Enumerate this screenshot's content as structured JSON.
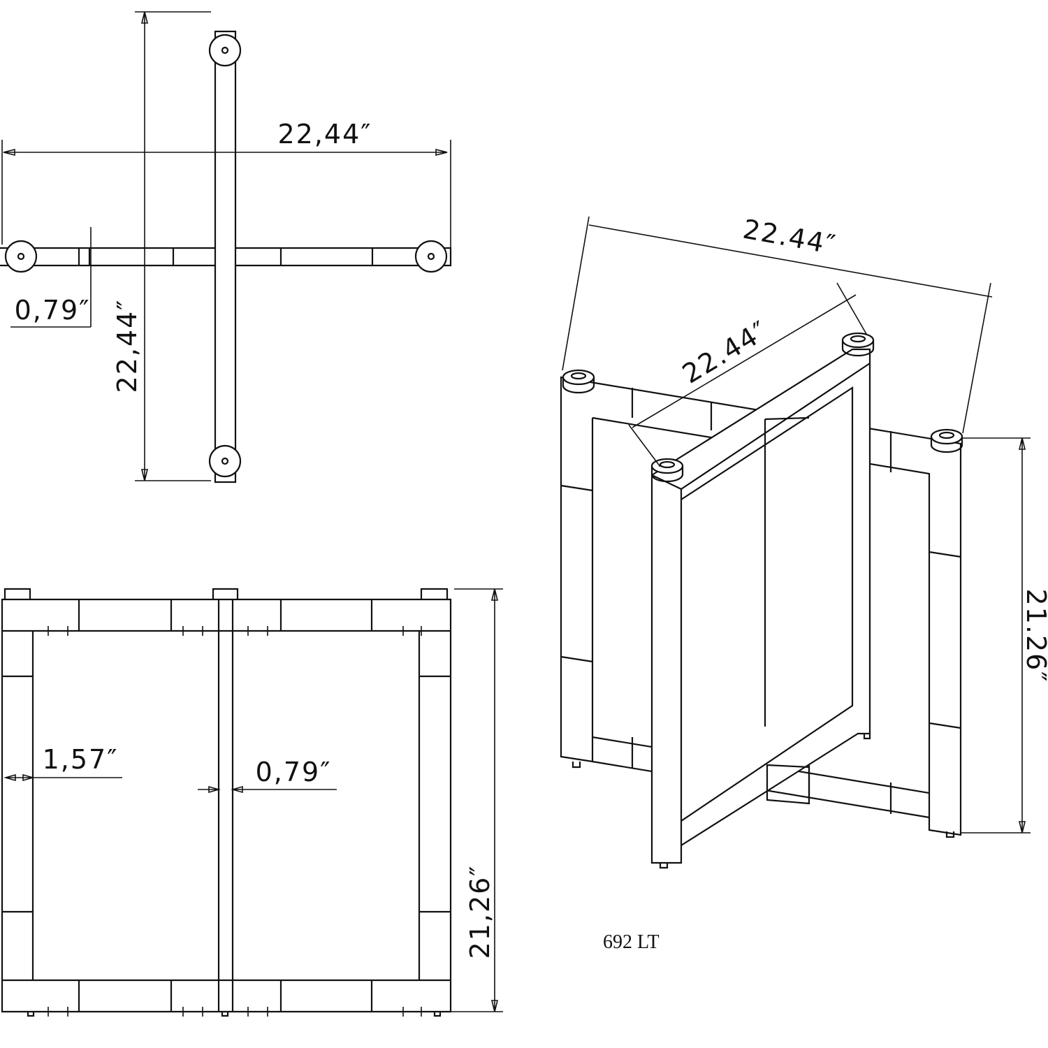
{
  "drawing": {
    "top_view": {
      "width_label": "22,44″",
      "depth_label": "22,44″",
      "tube_label": "0,79″"
    },
    "front_view": {
      "height_label": "21,26″",
      "leg_label": "1,57″",
      "center_label": "0,79″"
    },
    "iso_view": {
      "width_label": "22.44″",
      "depth_label": "22.44″",
      "height_label": "21.26″"
    },
    "model_label": "692 LT",
    "line_color": "#111111"
  }
}
